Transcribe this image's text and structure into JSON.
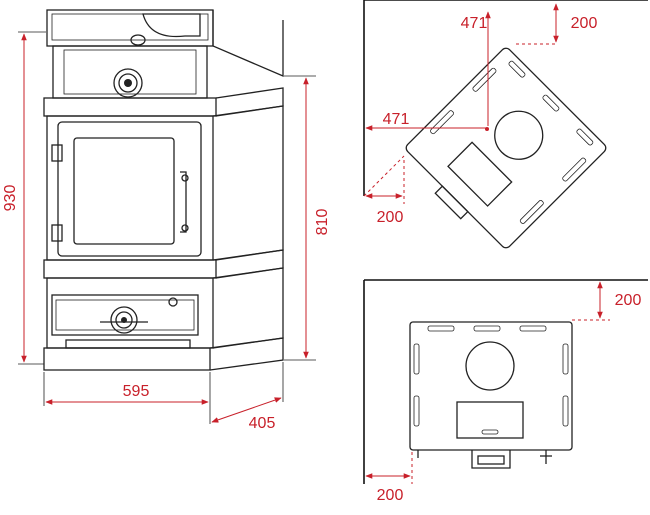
{
  "front_view": {
    "height_total": "930",
    "height_body": "810",
    "width": "595",
    "depth": "405"
  },
  "corner_view": {
    "clearance_top": "200",
    "clearance_left": "200",
    "center_x": "471",
    "center_y": "471"
  },
  "wall_view": {
    "clearance_back": "200",
    "clearance_side": "200"
  },
  "colors": {
    "dimension": "#c8202a",
    "line": "#222222"
  }
}
